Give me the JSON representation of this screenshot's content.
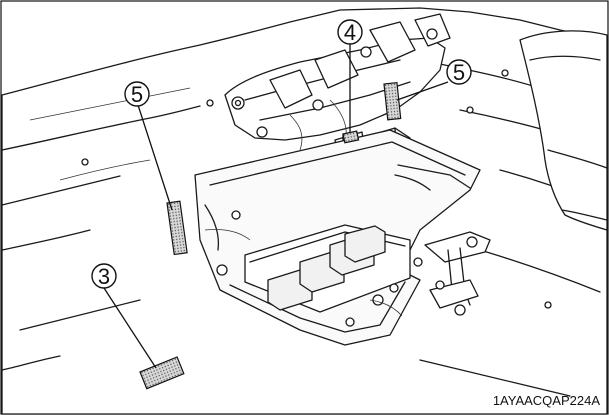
{
  "figure": {
    "code": "1AYAACQAP224A",
    "callouts": [
      {
        "id": "callout-3",
        "label": "3"
      },
      {
        "id": "callout-4",
        "label": "4"
      },
      {
        "id": "callout-5-left",
        "label": "5"
      },
      {
        "id": "callout-5-right",
        "label": "5"
      }
    ]
  }
}
